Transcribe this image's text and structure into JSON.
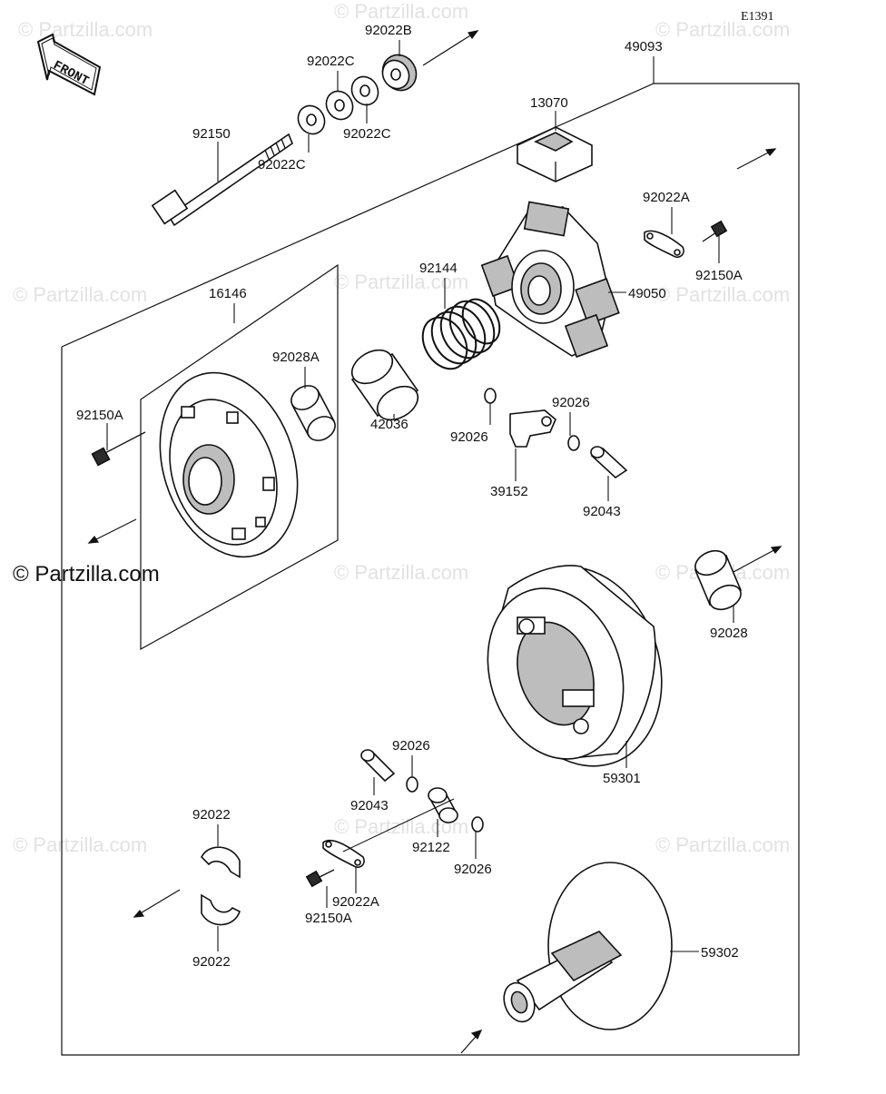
{
  "diagram": {
    "code": "E1391",
    "front_label": "FRONT",
    "watermark": "© Partzilla.com",
    "parts": [
      {
        "id": "p49093",
        "number": "49093"
      },
      {
        "id": "p92022B",
        "number": "92022B"
      },
      {
        "id": "p92022C_top",
        "number": "92022C"
      },
      {
        "id": "p92022C_mid",
        "number": "92022C"
      },
      {
        "id": "p92022C_low",
        "number": "92022C"
      },
      {
        "id": "p92150",
        "number": "92150"
      },
      {
        "id": "p13070",
        "number": "13070"
      },
      {
        "id": "p92022A_top",
        "number": "92022A"
      },
      {
        "id": "p92150A_top",
        "number": "92150A"
      },
      {
        "id": "p49050",
        "number": "49050"
      },
      {
        "id": "p92144",
        "number": "92144"
      },
      {
        "id": "p16146",
        "number": "16146"
      },
      {
        "id": "p92028A",
        "number": "92028A"
      },
      {
        "id": "p92150A_left",
        "number": "92150A"
      },
      {
        "id": "p42036",
        "number": "42036"
      },
      {
        "id": "p92026_a",
        "number": "92026"
      },
      {
        "id": "p92026_b",
        "number": "92026"
      },
      {
        "id": "p39152",
        "number": "39152"
      },
      {
        "id": "p92043_top",
        "number": "92043"
      },
      {
        "id": "p92028",
        "number": "92028"
      },
      {
        "id": "p59301",
        "number": "59301"
      },
      {
        "id": "p92026_c",
        "number": "92026"
      },
      {
        "id": "p92043_low",
        "number": "92043"
      },
      {
        "id": "p92022_top",
        "number": "92022"
      },
      {
        "id": "p92122",
        "number": "92122"
      },
      {
        "id": "p92026_d",
        "number": "92026"
      },
      {
        "id": "p92022A_low",
        "number": "92022A"
      },
      {
        "id": "p92150A_low",
        "number": "92150A"
      },
      {
        "id": "p59302",
        "number": "59302"
      },
      {
        "id": "p92022_bot",
        "number": "92022"
      }
    ]
  }
}
